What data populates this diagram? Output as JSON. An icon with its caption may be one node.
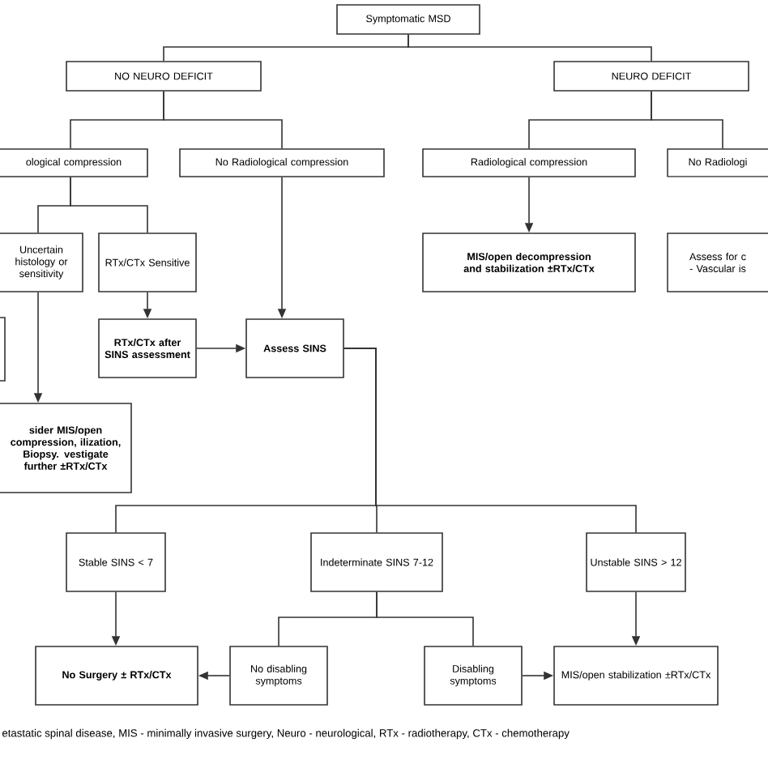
{
  "diagram": {
    "caption": "etastatic spinal disease, MIS - minimally invasive surgery, Neuro - neurological, RTx - radiotherapy, CTx - chemotherapy",
    "nodes": [
      {
        "text": [
          "Symptomatic MSD"
        ]
      },
      {
        "text": [
          "NO NEURO DEFICIT"
        ]
      },
      {
        "text": [
          "NEURO DEFICIT"
        ]
      },
      {
        "text": [
          "ological compression"
        ]
      },
      {
        "text": [
          "No Radiological compression"
        ]
      },
      {
        "text": [
          "Radiological compression"
        ]
      },
      {
        "text": [
          "No Radiologi"
        ]
      },
      {
        "text": [],
        "shape": "box"
      },
      {
        "text": [
          "Uncertain histology or sensitivity"
        ]
      },
      {
        "text": [
          "RTx/CTx Sensitive"
        ]
      },
      {
        "text": [
          "RTx/CTx after SINS assessment"
        ]
      },
      {
        "text": [
          "Assess SINS"
        ]
      },
      {
        "text": [
          "MIS/open decompression and stabilization ±RTx/CTx"
        ]
      },
      {
        "text": [
          "Assess for c - Vascular is"
        ]
      },
      {
        "text": [
          "sider MIS/open compression, ilization, Biopsy. vestigate further ±RTx/CTx"
        ]
      },
      {
        "text": [
          "Stable SINS < 7"
        ]
      },
      {
        "text": [
          "Indeterminate SINS 7-12"
        ]
      },
      {
        "text": [
          "Unstable SINS > 12"
        ]
      },
      {
        "text": [
          "No Surgery ± RTx/CTx"
        ]
      },
      {
        "text": [
          "No disabling symptoms"
        ]
      },
      {
        "text": [
          "Disabling symptoms"
        ]
      },
      {
        "text": [
          "MIS/open stabilization ±RTx/CTx"
        ]
      }
    ],
    "edges": [
      {
        "from": 0,
        "to": 1,
        "arrow": "none"
      },
      {
        "from": 0,
        "to": 2,
        "arrow": "none"
      },
      {
        "from": 1,
        "to": 3,
        "arrow": "none"
      },
      {
        "from": 1,
        "to": 4,
        "arrow": "none"
      },
      {
        "from": 2,
        "to": 5,
        "arrow": "none"
      },
      {
        "from": 2,
        "to": 6,
        "arrow": "none"
      },
      {
        "from": 3,
        "to": 8,
        "arrow": "none"
      },
      {
        "from": 3,
        "to": 9,
        "arrow": "none"
      },
      {
        "from": 9,
        "to": 10,
        "arrow": "to"
      },
      {
        "from": 10,
        "to": 11,
        "arrow": "to"
      },
      {
        "from": 4,
        "to": 11,
        "arrow": "to"
      },
      {
        "from": 5,
        "to": 12,
        "arrow": "to"
      },
      {
        "from": 8,
        "to": 14,
        "arrow": "to"
      },
      {
        "from": 11,
        "to": 15,
        "arrow": "none"
      },
      {
        "from": 11,
        "to": 16,
        "arrow": "none"
      },
      {
        "from": 11,
        "to": 17,
        "arrow": "none"
      },
      {
        "from": 15,
        "to": 18,
        "arrow": "to"
      },
      {
        "from": 17,
        "to": 21,
        "arrow": "to"
      },
      {
        "from": 16,
        "to": 19,
        "arrow": "none"
      },
      {
        "from": 16,
        "to": 20,
        "arrow": "none"
      },
      {
        "from": 19,
        "to": 18,
        "arrow": "to"
      },
      {
        "from": 20,
        "to": 21,
        "arrow": "to"
      }
    ]
  }
}
